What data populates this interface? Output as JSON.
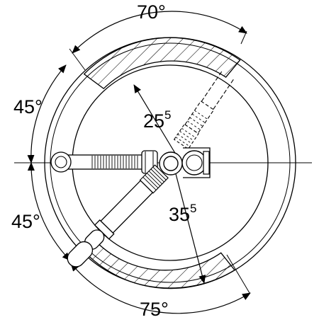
{
  "diagram": {
    "angle_top": "70°",
    "angle_left_upper": "45°",
    "angle_left_lower": "45°",
    "angle_bottom": "75°",
    "radius_inner": {
      "base": "25",
      "sup": "5"
    },
    "radius_outer": {
      "base": "35",
      "sup": "5"
    }
  },
  "colors": {
    "stroke": "#000000",
    "background": "#ffffff"
  }
}
